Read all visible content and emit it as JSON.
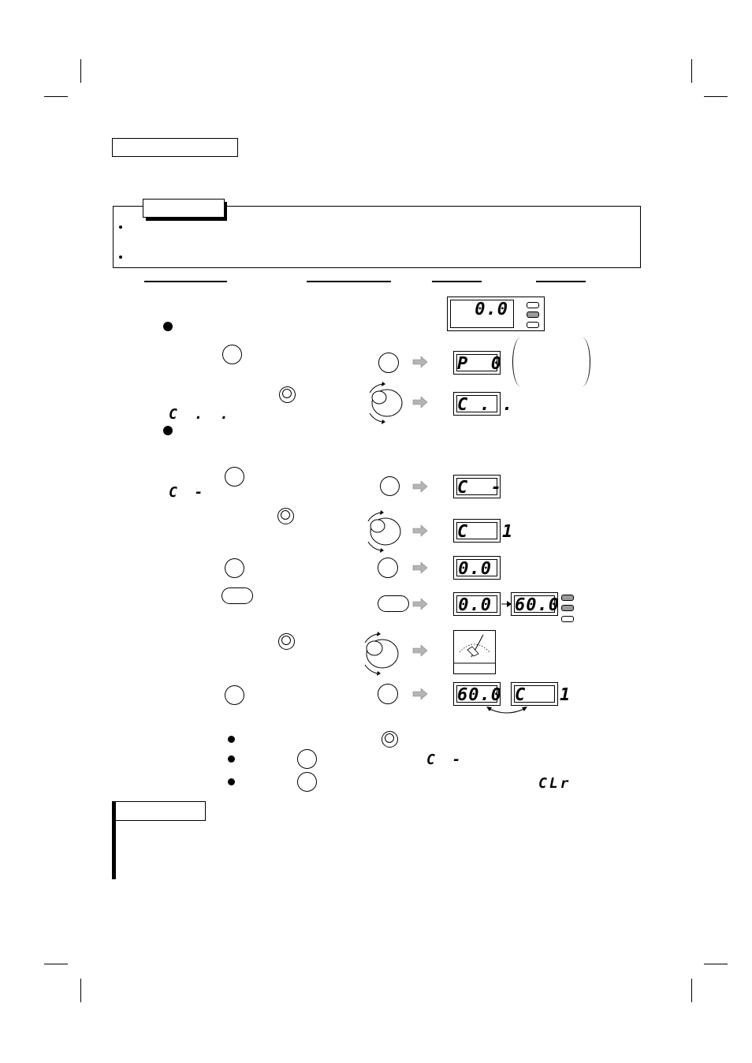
{
  "displays": {
    "initial": "0.0",
    "step1": "P  0",
    "step2": "C . .",
    "step3": "C  -",
    "step4": "C   1",
    "step5": "0.0",
    "step6_a": "0.0",
    "step6_b": "60.0",
    "step8_a": "60.0",
    "step8_b": "C   1"
  },
  "inline_codes": {
    "row2": "C  .  .",
    "row3": "C  -",
    "note2": "C  -",
    "note3": "CLr"
  },
  "colors": {
    "indicator_on": "#9a9a9a",
    "arrow": "#b4b4b4"
  },
  "icons": {
    "button": "round-key-icon",
    "key_long": "oval-key-icon",
    "dial": "setting-dial-icon",
    "arrow": "gray-right-arrow-icon",
    "meter": "analog-meter-icon"
  }
}
